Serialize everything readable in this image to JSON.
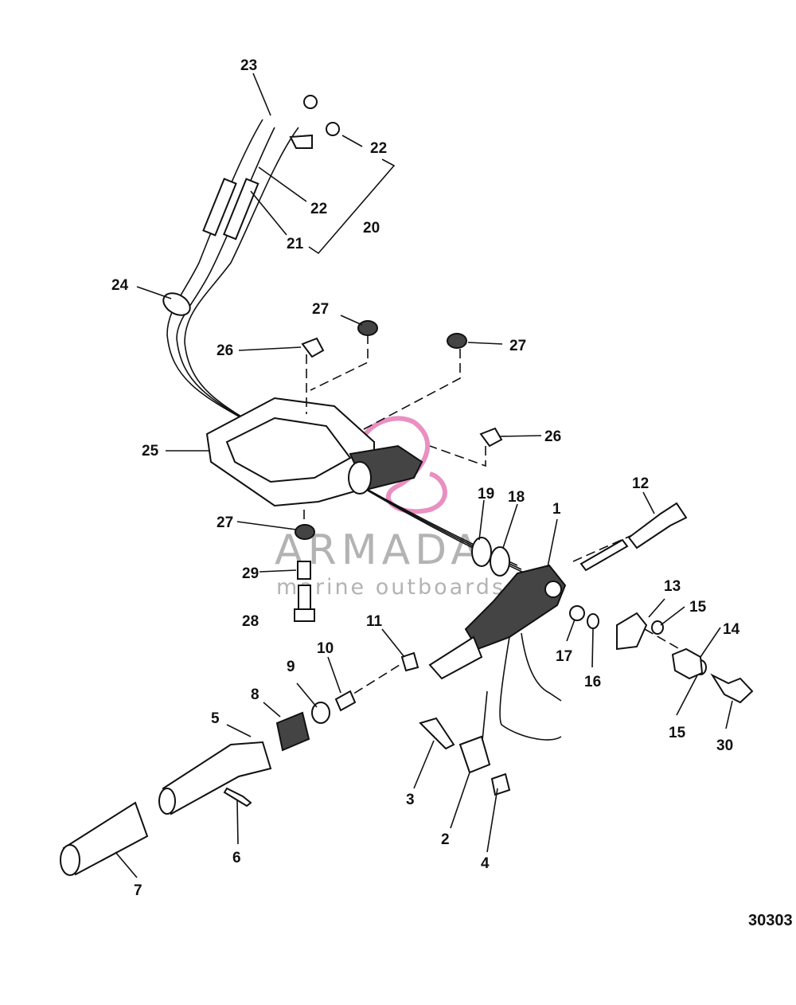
{
  "figure_number": "30303",
  "watermark": {
    "brand": "ARMADA",
    "tagline": "marine outboards"
  },
  "labels": [
    {
      "id": "1",
      "text": "1"
    },
    {
      "id": "2",
      "text": "2"
    },
    {
      "id": "3",
      "text": "3"
    },
    {
      "id": "4",
      "text": "4"
    },
    {
      "id": "5",
      "text": "5"
    },
    {
      "id": "6",
      "text": "6"
    },
    {
      "id": "7",
      "text": "7"
    },
    {
      "id": "8",
      "text": "8"
    },
    {
      "id": "9",
      "text": "9"
    },
    {
      "id": "10",
      "text": "10"
    },
    {
      "id": "11",
      "text": "11"
    },
    {
      "id": "12",
      "text": "12"
    },
    {
      "id": "13",
      "text": "13"
    },
    {
      "id": "14",
      "text": "14"
    },
    {
      "id": "15a",
      "text": "15"
    },
    {
      "id": "15b",
      "text": "15"
    },
    {
      "id": "16",
      "text": "16"
    },
    {
      "id": "17",
      "text": "17"
    },
    {
      "id": "18",
      "text": "18"
    },
    {
      "id": "19",
      "text": "19"
    },
    {
      "id": "20",
      "text": "20"
    },
    {
      "id": "21",
      "text": "21"
    },
    {
      "id": "22a",
      "text": "22"
    },
    {
      "id": "22b",
      "text": "22"
    },
    {
      "id": "23",
      "text": "23"
    },
    {
      "id": "24",
      "text": "24"
    },
    {
      "id": "25",
      "text": "25"
    },
    {
      "id": "26a",
      "text": "26"
    },
    {
      "id": "26b",
      "text": "26"
    },
    {
      "id": "27a",
      "text": "27"
    },
    {
      "id": "27b",
      "text": "27"
    },
    {
      "id": "27c",
      "text": "27"
    },
    {
      "id": "28",
      "text": "28"
    },
    {
      "id": "29",
      "text": "29"
    },
    {
      "id": "30",
      "text": "30"
    }
  ]
}
